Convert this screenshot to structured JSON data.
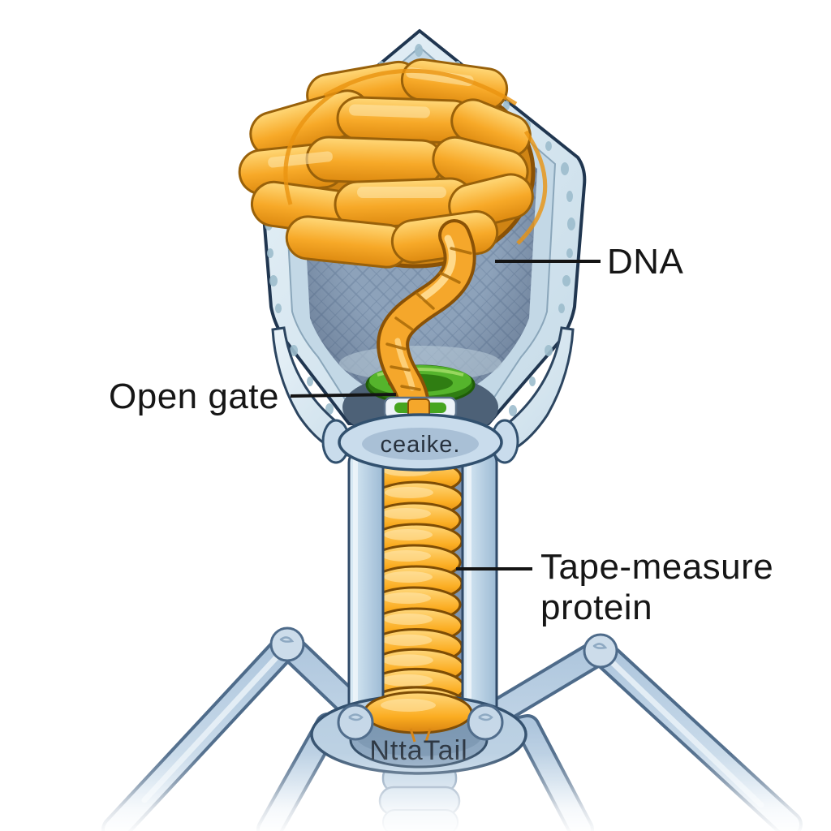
{
  "illustration": {
    "labels": {
      "dna": "DNA",
      "open_gate": "Open gate",
      "tape_measure_line1": "Tape-measure",
      "tape_measure_line2": "protein"
    },
    "inscriptions": {
      "collar": "ceaike.",
      "baseplate": "NttaTail"
    },
    "colors": {
      "background": "#ffffff",
      "capsid_shell": "#d9eaf3",
      "capsid_rim": "#c3d8e6",
      "capsid_interior": "#8da2ba",
      "interior_net": "#5e7695",
      "dna_orange": "#f6a928",
      "dna_highlight": "#ffd878",
      "dna_outline": "#8a5206",
      "gate_green": "#55b42c",
      "gate_green_dark": "#2f7d12",
      "structure_blue": "#b9cfe3",
      "outline_navy": "#2c4560",
      "label_text": "#161616"
    }
  }
}
